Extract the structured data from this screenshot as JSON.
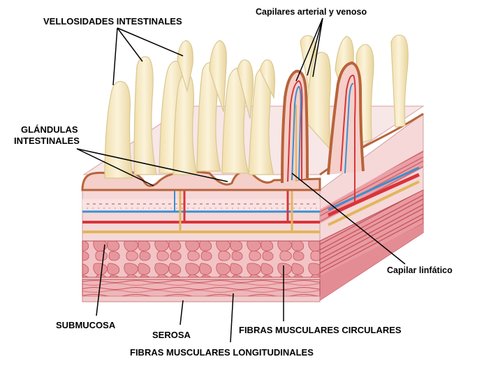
{
  "labels": {
    "villi": "VELLOSIDADES INTESTINALES",
    "capillaries": "Capilares arterial y venoso",
    "glands_line1": "GLÁNDULAS",
    "glands_line2": "INTESTINALES",
    "lymphatic": "Capilar linfático",
    "submucosa": "SUBMUCOSA",
    "serosa": "SEROSA",
    "circular": "FIBRAS MUSCULARES CIRCULARES",
    "longitudinal": "FIBRAS MUSCULARES LONGITUDINALES"
  },
  "colors": {
    "villus_fill": "#f7ecc8",
    "villus_edge": "#d9c792",
    "epithelium": "#b8633a",
    "mucosa": "#f6d8d8",
    "muscle": "#e8a6a9",
    "muscle_dark": "#c9555d",
    "artery": "#d8343a",
    "vein": "#3a8fd0",
    "lymph": "#e0b65a"
  }
}
